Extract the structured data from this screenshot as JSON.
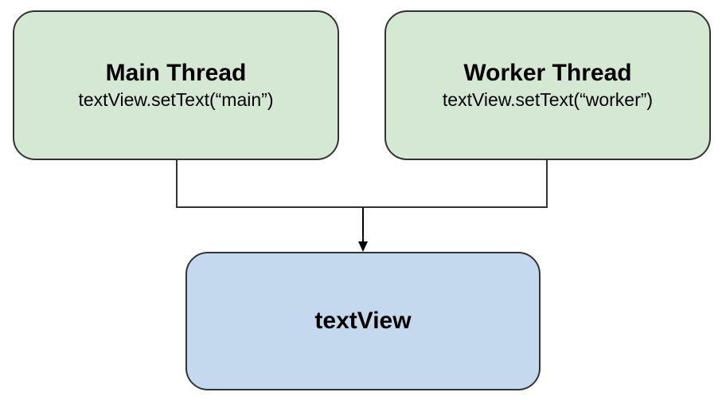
{
  "colors": {
    "thread_fill": "#d5e8d4",
    "target_fill": "#c5d9ee",
    "stroke": "#333333",
    "text": "#000000"
  },
  "nodes": {
    "main_thread": {
      "title": "Main Thread",
      "code": "textView.setText(“main”)"
    },
    "worker_thread": {
      "title": "Worker Thread",
      "code": "textView.setText(“worker”)"
    },
    "text_view": {
      "title": "textView"
    }
  },
  "edges": [
    {
      "from": "main_thread",
      "to": "text_view",
      "style": "orthogonal",
      "arrow": "end"
    },
    {
      "from": "worker_thread",
      "to": "text_view",
      "style": "orthogonal",
      "arrow": "end"
    }
  ]
}
